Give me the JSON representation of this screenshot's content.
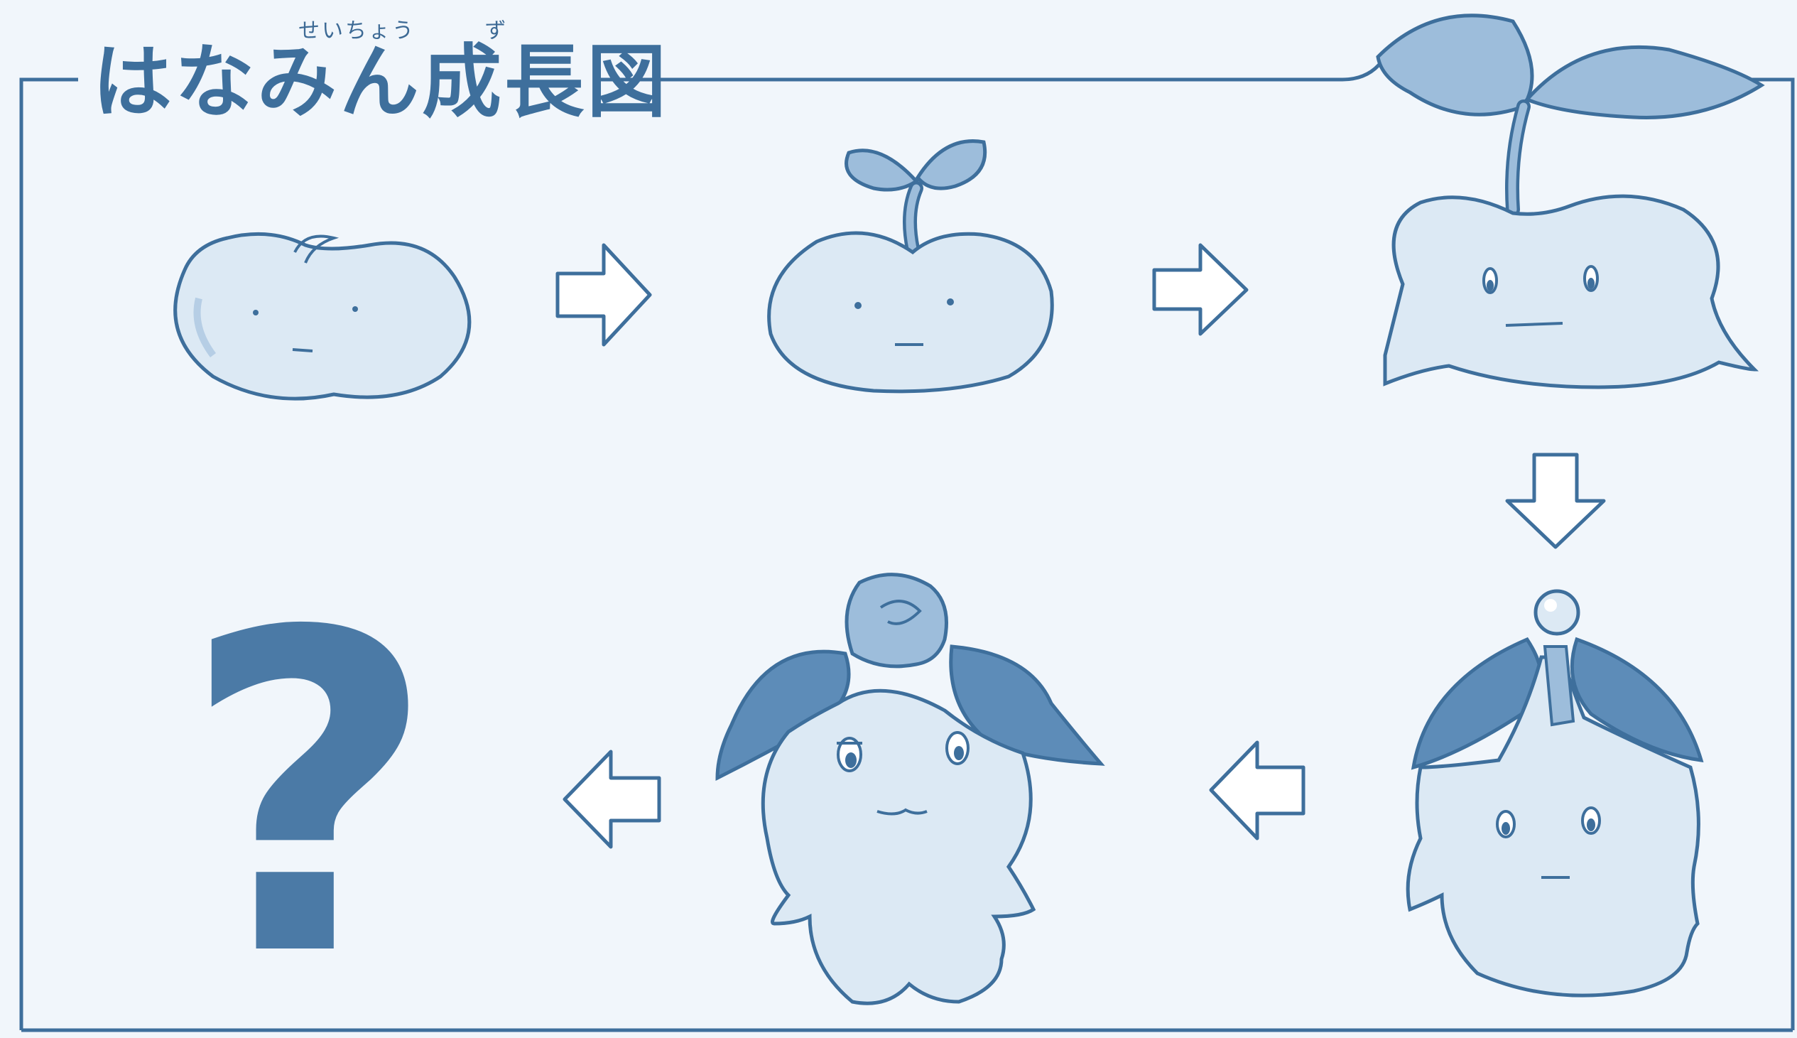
{
  "header": {
    "furigana_seichou": "せいちょう",
    "furigana_zu": "ず",
    "title": "はなみん成長図"
  },
  "stages": [
    {
      "name": "seed"
    },
    {
      "name": "sprout"
    },
    {
      "name": "sprout-large"
    },
    {
      "name": "bud"
    },
    {
      "name": "flower"
    },
    {
      "name": "unknown",
      "symbol": "?"
    }
  ],
  "colors": {
    "background": "#f1f6fb",
    "line": "#3e6f9c",
    "fill_light": "#dce9f4",
    "fill_mid": "#9dbddb",
    "fill_dark": "#5d8cb8",
    "question": "#4b7aa6"
  }
}
